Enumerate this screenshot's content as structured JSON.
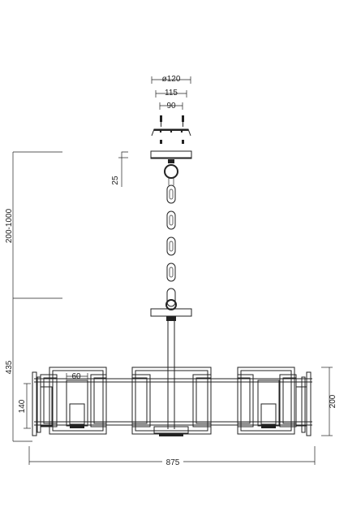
{
  "dimensions": {
    "canopy_diameter": "ø120",
    "canopy_mount": "115",
    "screw_spacing": "90",
    "canopy_height": "25",
    "chain_length": "200-1000",
    "total_height": "435",
    "shade_width": "60",
    "shade_height": "140",
    "body_height": "200",
    "overall_width": "875"
  }
}
